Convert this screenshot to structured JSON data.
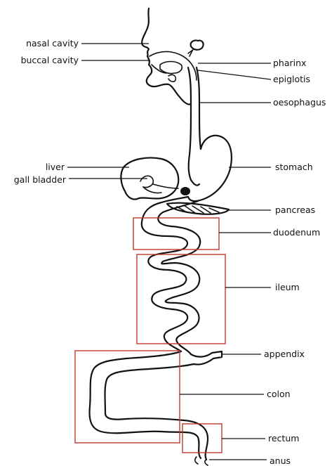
{
  "labels": {
    "nasal_cavity": "nasal cavity",
    "buccal_cavity": "buccal cavity",
    "pharinx": "pharinx",
    "epiglotis": "epiglotis",
    "oesophagus": "oesophagus",
    "liver": "liver",
    "gall_bladder": "gall bladder",
    "stomach": "stomach",
    "pancreas": "pancreas",
    "duodenum": "duodenum",
    "ileum": "ileum",
    "appendix": "appendix",
    "colon": "colon",
    "rectum": "rectum",
    "anus": "anus"
  },
  "colors": {
    "outline": "#111111",
    "highlight_box": "#c0392b",
    "background": "#ffffff"
  }
}
